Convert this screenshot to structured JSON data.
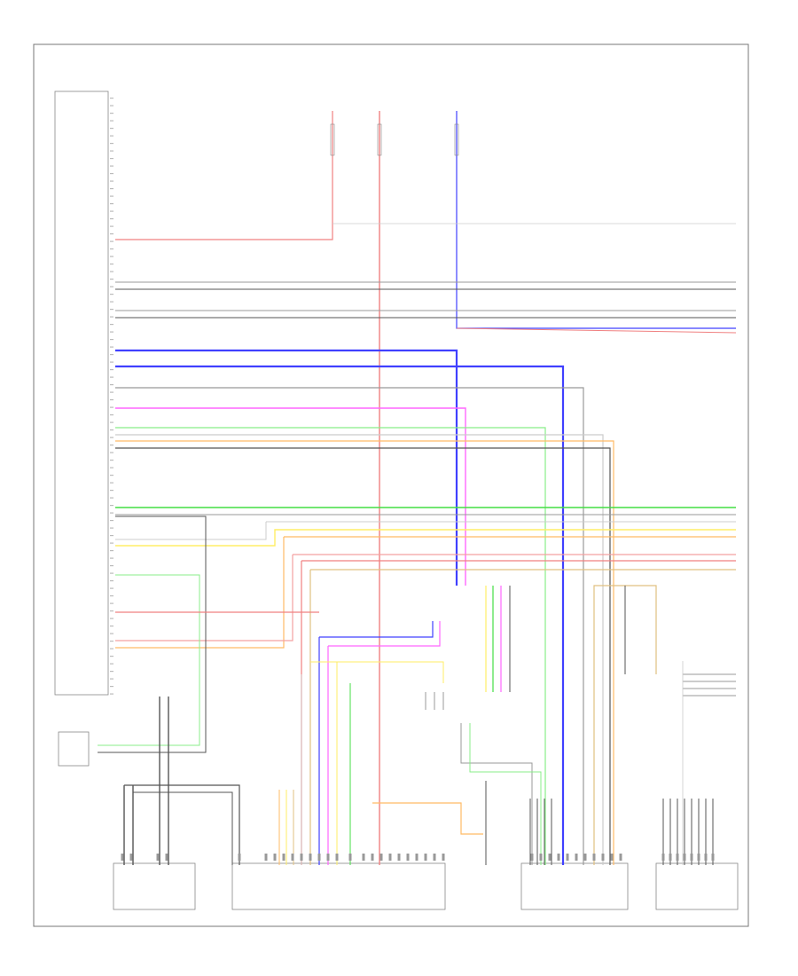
{
  "diagram": {
    "page_code": "",
    "fuses": [
      {
        "label": ""
      },
      {
        "label": ""
      },
      {
        "label": ""
      }
    ],
    "components": [
      {
        "id": "nav-control-module",
        "label": ""
      },
      {
        "id": "tv-tuner",
        "label": ""
      },
      {
        "id": "antenna",
        "label": ""
      },
      {
        "id": "digital-antenna",
        "label": ""
      },
      {
        "id": "speaker-module",
        "label": ""
      },
      {
        "id": "rear-control",
        "label": ""
      }
    ],
    "wire_colors": {
      "red": "#f08080",
      "pink": "#f4a0a0",
      "blue": "#4040ff",
      "magenta": "#ff66ff",
      "green": "#44dd44",
      "lightgreen": "#88ee88",
      "yellow": "#ffee66",
      "orange": "#ffbb66",
      "tan": "#e0c080",
      "gray": "#999999",
      "darkgray": "#555555",
      "lightgray": "#cccccc"
    }
  }
}
